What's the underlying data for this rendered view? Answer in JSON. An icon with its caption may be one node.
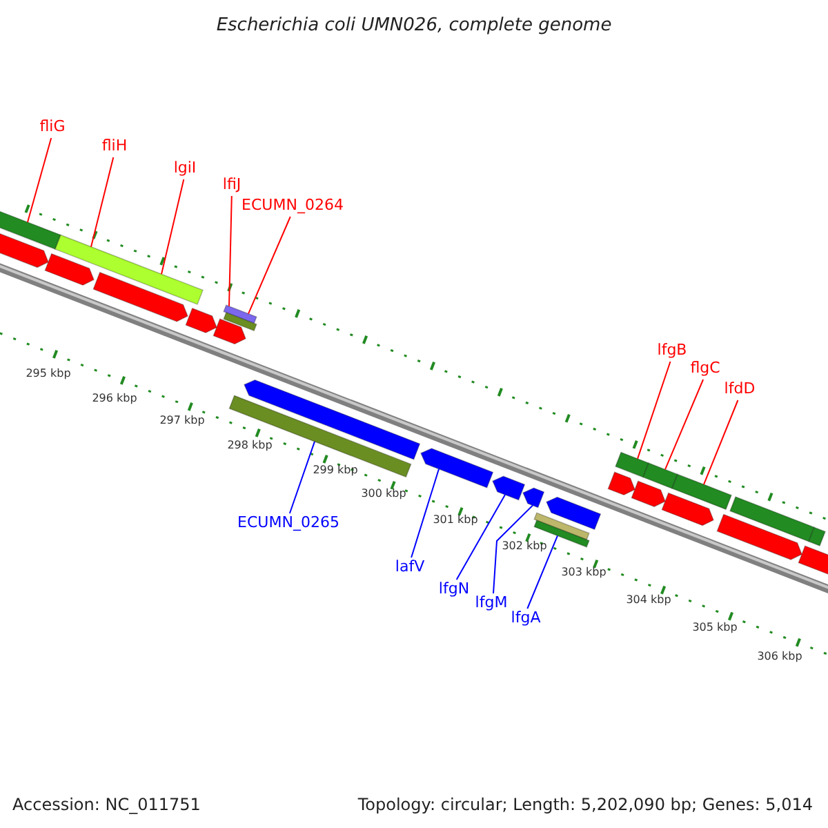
{
  "diagram": {
    "title": "Escherichia coli UMN026, complete genome",
    "nodes": [
      {
        "text": [
          "fliG"
        ]
      },
      {
        "text": [
          "fliH"
        ]
      },
      {
        "text": [
          "lgiI"
        ]
      },
      {
        "text": [
          "lfiJ"
        ]
      },
      {
        "text": [
          "ECUMN_0264"
        ]
      },
      {
        "text": [
          "lfgB"
        ]
      },
      {
        "text": [
          "flgC"
        ]
      },
      {
        "text": [
          "lfdD"
        ]
      },
      {
        "text": [
          "ECUMN_0265"
        ]
      },
      {
        "text": [
          "lafV"
        ]
      },
      {
        "text": [
          "lfgN"
        ]
      },
      {
        "text": [
          "lfgM"
        ]
      },
      {
        "text": [
          "lfgA"
        ]
      },
      {
        "text": [],
        "shape": "bar"
      },
      {
        "text": [],
        "shape": "bar"
      },
      {
        "text": [],
        "shape": "bar"
      },
      {
        "text": [],
        "shape": "bar"
      },
      {
        "text": [],
        "shape": "bar"
      },
      {
        "text": [],
        "shape": "bar"
      },
      {
        "text": [],
        "shape": "bar"
      },
      {
        "text": [],
        "shape": "bar"
      },
      {
        "text": [],
        "shape": "bar"
      },
      {
        "text": [],
        "shape": "bar"
      },
      {
        "text": [],
        "shape": "bar"
      },
      {
        "text": [],
        "shape": "bar"
      },
      {
        "text": [],
        "shape": "bar"
      },
      {
        "text": [],
        "shape": "bar"
      },
      {
        "text": [],
        "shape": "bar"
      },
      {
        "text": [],
        "shape": "bar"
      },
      {
        "text": [],
        "shape": "bar"
      },
      {
        "text": [],
        "shape": "bar"
      },
      {
        "text": [],
        "shape": "bar"
      },
      {
        "text": [],
        "shape": "bar"
      },
      {
        "text": [],
        "shape": "bar"
      },
      {
        "text": [],
        "shape": "bar"
      },
      {
        "text": [],
        "shape": "bar"
      },
      {
        "text": [],
        "shape": "bar"
      },
      {
        "text": [],
        "shape": "bar"
      },
      {
        "text": [],
        "shape": "bar"
      },
      {
        "text": [],
        "shape": "bar"
      }
    ],
    "edges": [
      {
        "from": 0,
        "to": 14,
        "arrow": "none"
      },
      {
        "from": 1,
        "to": 16,
        "arrow": "none"
      },
      {
        "from": 2,
        "to": 16,
        "arrow": "none"
      },
      {
        "from": 3,
        "to": 20,
        "arrow": "none"
      },
      {
        "from": 4,
        "to": 20,
        "arrow": "none"
      },
      {
        "from": 5,
        "to": 31,
        "arrow": "none"
      },
      {
        "from": 6,
        "to": 33,
        "arrow": "none"
      },
      {
        "from": 7,
        "to": 35,
        "arrow": "none"
      },
      {
        "from": 8,
        "to": 22,
        "arrow": "none",
        "color": "#0000ff"
      },
      {
        "from": 9,
        "to": 24,
        "arrow": "none",
        "color": "#0000ff"
      },
      {
        "from": 10,
        "to": 25,
        "arrow": "none",
        "color": "#0000ff"
      },
      {
        "from": 11,
        "to": 26,
        "arrow": "none",
        "color": "#0000ff"
      },
      {
        "from": 12,
        "to": 28,
        "arrow": "none",
        "color": "#0000ff"
      }
    ],
    "labels": [
      "295 kbp",
      "296 kbp",
      "297 kbp",
      "298 kbp",
      "299 kbp",
      "300 kbp",
      "301 kbp",
      "302 kbp",
      "303 kbp",
      "304 kbp",
      "305 kbp",
      "306 kbp",
      "Accession: NC_011751",
      "Topology: circular; Length: 5,202,090 bp; Genes: 5,014"
    ]
  }
}
